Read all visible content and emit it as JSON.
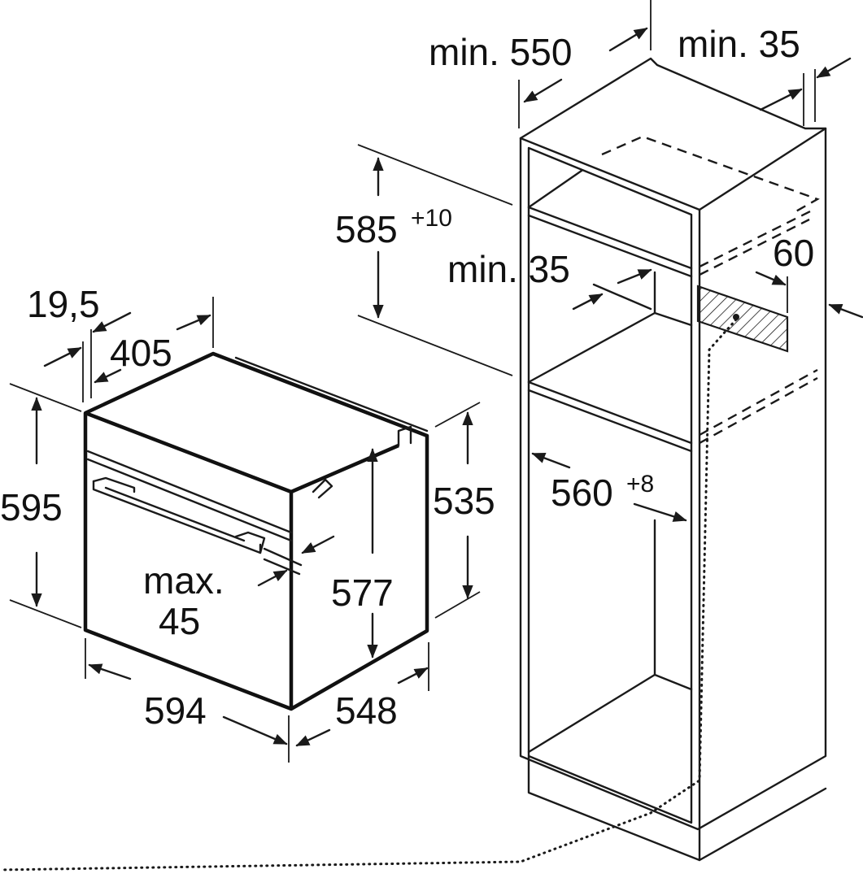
{
  "dimensions": {
    "min_550": "min. 550",
    "min_35_top": "min. 35",
    "d585": "585",
    "d585_tol": "+10",
    "min_35_mid": "min. 35",
    "d60": "60",
    "d560": "560",
    "d560_tol": "+8",
    "d19_5": "19,5",
    "d405": "405",
    "d595": "595",
    "d535": "535",
    "max": "max.",
    "d45": "45",
    "d577": "577",
    "d594": "594",
    "d548": "548"
  }
}
